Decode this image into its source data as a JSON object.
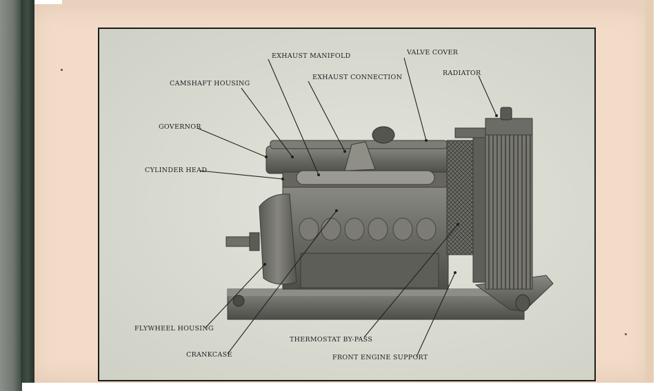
{
  "figure": {
    "labels": {
      "exhaust_manifold": "EXHAUST MANIFOLD",
      "valve_cover": "VALVE COVER",
      "exhaust_connection": "EXHAUST CONNECTION",
      "radiator": "RADIATOR",
      "camshaft_housing": "CAMSHAFT HOUSING",
      "governor": "GOVERNOR",
      "cylinder_head": "CYLINDER HEAD",
      "flywheel_housing": "FLYWHEEL HOUSING",
      "thermostat_bypass": "THERMOSTAT BY-PASS",
      "crankcase": "CRANKCASE",
      "front_engine_support": "FRONT ENGINE SUPPORT"
    }
  },
  "colors": {
    "page": "#f2dcc8",
    "plate": "#d7d9cf",
    "engine": "#6b6b66",
    "binding": "#2f3b33"
  }
}
